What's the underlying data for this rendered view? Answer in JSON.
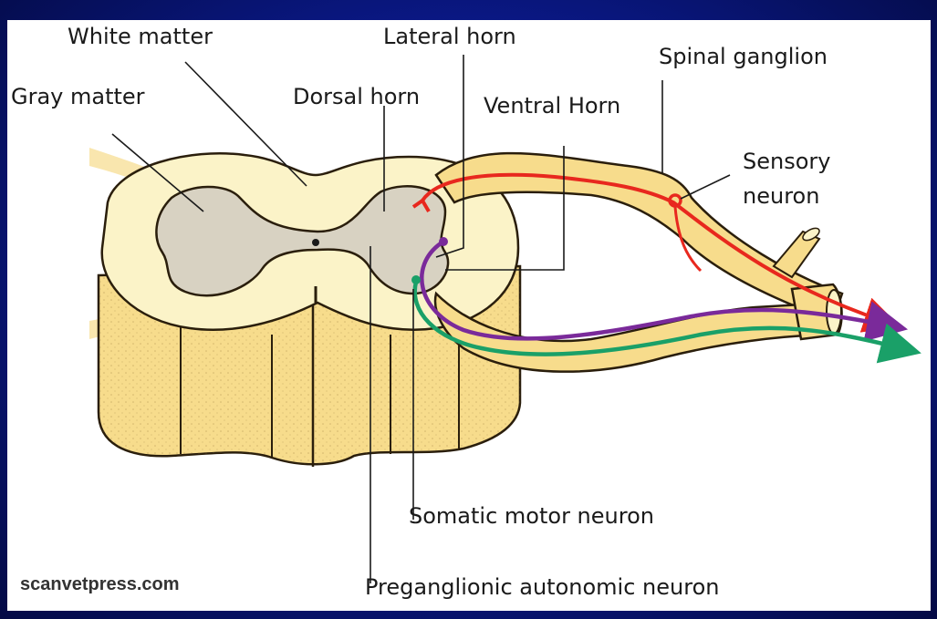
{
  "diagram": {
    "labels": {
      "white_matter": "White matter",
      "gray_matter": "Gray matter",
      "lateral_horn": "Lateral horn",
      "dorsal_horn": "Dorsal horn",
      "ventral_horn": "Ventral Horn",
      "spinal_ganglion": "Spinal ganglion",
      "sensory_neuron": "Sensory\nneuron",
      "somatic_motor_neuron": "Somatic motor neuron",
      "preganglionic_autonomic_neuron": "Preganglionic autonomic neuron"
    },
    "credit": "scanvetpress.com"
  },
  "colors": {
    "background": "#0b1a8f",
    "cord": "#f7dc8c",
    "white_matter": "#fbf3c8",
    "gray_matter": "#d8d2c2",
    "outline": "#2a1e0c",
    "sensory": "#e8281e",
    "autonomic": "#7a2a9a",
    "motor": "#1aa068"
  }
}
